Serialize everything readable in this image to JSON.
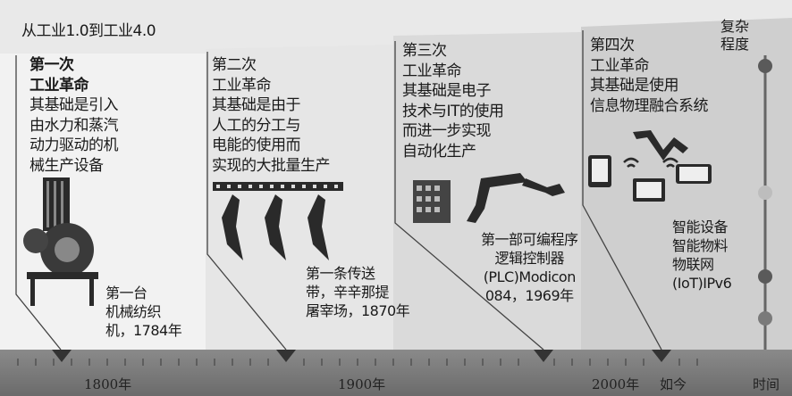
{
  "title": "从工业1.0到工业4.0",
  "axis": {
    "complexity_label": [
      "复杂",
      "程度"
    ],
    "time_label": "时间",
    "ticks": [
      "1800年",
      "1900年",
      "2000年",
      "如今"
    ]
  },
  "eras": [
    {
      "lines": [
        "第一次",
        "工业革命",
        "其基础是引入",
        "由水力和蒸汽",
        "动力驱动的机",
        "械生产设备"
      ],
      "milestone": [
        "第一台",
        "机械纺织",
        "机，1784年"
      ]
    },
    {
      "lines": [
        "第二次",
        "工业革命",
        "其基础是由于",
        "人工的分工与",
        "电能的使用而",
        "实现的大批量生产"
      ],
      "milestone": [
        "第一条传送",
        "带，辛辛那提",
        "屠宰场，1870年"
      ]
    },
    {
      "lines": [
        "第三次",
        "工业革命",
        "其基础是电子",
        "技术与IT的使用",
        "而进一步实现",
        "自动化生产"
      ],
      "milestone": [
        "第一部可编程序",
        "逻辑控制器",
        "(PLC)Modicon",
        "084，1969年"
      ]
    },
    {
      "lines": [
        "第四次",
        "工业革命",
        "其基础是使用",
        "信息物理融合系统"
      ],
      "milestone": [
        "智能设备",
        "智能物料",
        "物联网",
        "(IoT)IPv6"
      ]
    }
  ],
  "colors": {
    "band1": "#f3f3f3",
    "band2": "#e6e6e6",
    "band3": "#d6d6d6",
    "band4": "#c6c6c6",
    "timeline": "#777777",
    "dot": "#5a5a5a",
    "dot_light": "#b8b8b8"
  }
}
